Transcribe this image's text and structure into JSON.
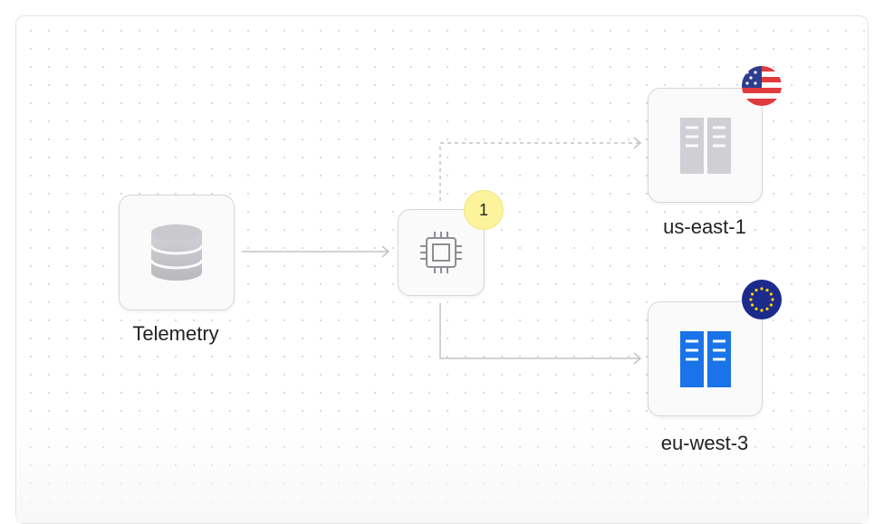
{
  "nodes": {
    "source": {
      "label": "Telemetry",
      "icon": "database-icon"
    },
    "processor": {
      "icon": "cpu-icon",
      "badge": "1"
    },
    "us": {
      "label": "us-east-1",
      "icon": "server-icon",
      "flag": "us-flag-icon",
      "state": "inactive"
    },
    "eu": {
      "label": "eu-west-3",
      "icon": "server-icon",
      "flag": "eu-flag-icon",
      "state": "active"
    }
  },
  "colors": {
    "active": "#1a73e8",
    "inactive": "#d0d0d4",
    "badge": "#fcf39c"
  }
}
